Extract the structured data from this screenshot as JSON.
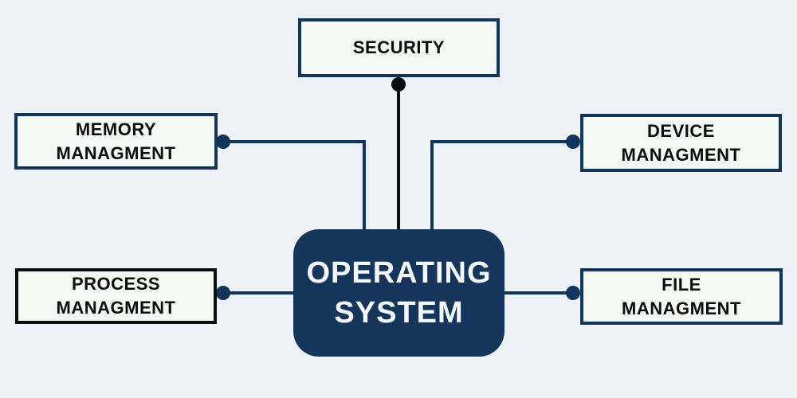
{
  "colors": {
    "page-bg": "#edf2f9",
    "node-fill": "#f3f8f4",
    "navy": "#12355c",
    "black": "#0d0d0d",
    "center-fill": "#14355c",
    "center-text": "#f5f8fa"
  },
  "nodes": {
    "center": {
      "lines": [
        "OPERATING",
        "SYSTEM"
      ]
    },
    "security": {
      "lines": [
        "SECURITY"
      ]
    },
    "memory": {
      "lines": [
        "MEMORY",
        "MANAGMENT"
      ]
    },
    "device": {
      "lines": [
        "DEVICE",
        "MANAGMENT"
      ]
    },
    "process": {
      "lines": [
        "PROCESS",
        "MANAGMENT"
      ]
    },
    "file": {
      "lines": [
        "FILE",
        "MANAGMENT"
      ]
    }
  },
  "edges": [
    {
      "from": "SECURITY",
      "to": "OPERATING SYSTEM",
      "line_color": "black"
    },
    {
      "from": "MEMORY MANAGMENT",
      "to": "OPERATING SYSTEM",
      "line_color": "navy"
    },
    {
      "from": "DEVICE MANAGMENT",
      "to": "OPERATING SYSTEM",
      "line_color": "navy"
    },
    {
      "from": "PROCESS MANAGMENT",
      "to": "OPERATING SYSTEM",
      "line_color": "navy"
    },
    {
      "from": "FILE MANAGMENT",
      "to": "OPERATING SYSTEM",
      "line_color": "navy"
    }
  ]
}
